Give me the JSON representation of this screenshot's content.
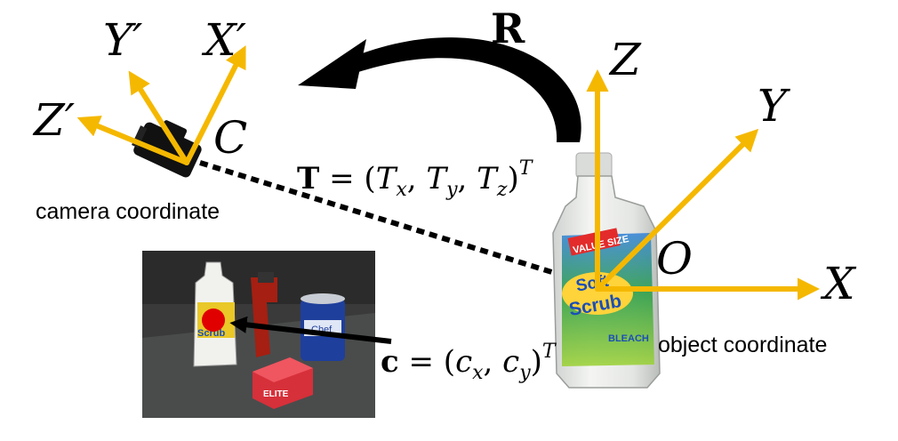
{
  "colors": {
    "axis": "#f5b800",
    "ink": "#000000",
    "photo_bg": "#3a3a3a"
  },
  "camera": {
    "axis_y": "Y′",
    "axis_x": "X′",
    "axis_z": "Z′",
    "center": "C",
    "caption": "camera coordinate"
  },
  "object": {
    "axis_z": "Z",
    "axis_y": "Y",
    "axis_x": "X",
    "origin": "O",
    "caption": "object coordinate"
  },
  "rotation": {
    "label": "R"
  },
  "translation": {
    "prefix": "T",
    "equals": " = (",
    "body": "T",
    "t": "T"
  },
  "projection": {
    "label": "c",
    "rest": " = ("
  },
  "bottle_text": {
    "brand_top": "Soft",
    "brand_bottom": "Scrub",
    "value": "VALUE SIZE",
    "bleach": "BLEACH"
  },
  "photo_text": {
    "scrub": "Scrub",
    "chef": "Chef",
    "box": "ELITE"
  }
}
